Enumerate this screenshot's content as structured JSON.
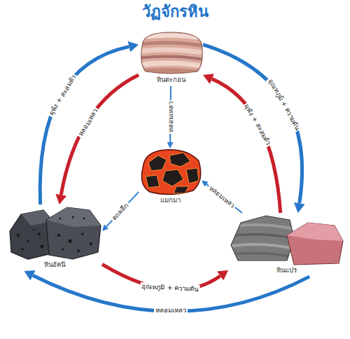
{
  "diagram": {
    "title": "วัฏจักรหิน",
    "nodes": [
      {
        "text": [
          "หินตะกอน"
        ]
      },
      {
        "text": [
          "แมกมา"
        ]
      },
      {
        "text": [
          "หินอัคนี"
        ]
      },
      {
        "text": [
          "หินแปร"
        ]
      }
    ],
    "edges": [
      {
        "from": 0,
        "to": 3,
        "arrow": "to",
        "label": "อุณหภูมิ + ความดัน"
      },
      {
        "from": 3,
        "to": 0,
        "arrow": "to",
        "label": "ผุพัง + สะสมตัว"
      },
      {
        "from": 2,
        "to": 0,
        "arrow": "to",
        "label": "ผุพัง + สะสมตัว"
      },
      {
        "from": 0,
        "to": 2,
        "arrow": "to",
        "label": "หลอมเหลว"
      },
      {
        "from": 0,
        "to": 1,
        "arrow": "to",
        "label": "หลอมเหลว"
      },
      {
        "from": 3,
        "to": 1,
        "arrow": "to",
        "label": "หลอมเหลว"
      },
      {
        "from": 1,
        "to": 2,
        "arrow": "to",
        "label": "ตกผลึก"
      },
      {
        "from": 2,
        "to": 3,
        "arrow": "to",
        "label": "อุณหภูมิ + ความดัน"
      },
      {
        "from": 3,
        "to": 2,
        "arrow": "to",
        "label": "หลอมเหลว"
      }
    ]
  }
}
